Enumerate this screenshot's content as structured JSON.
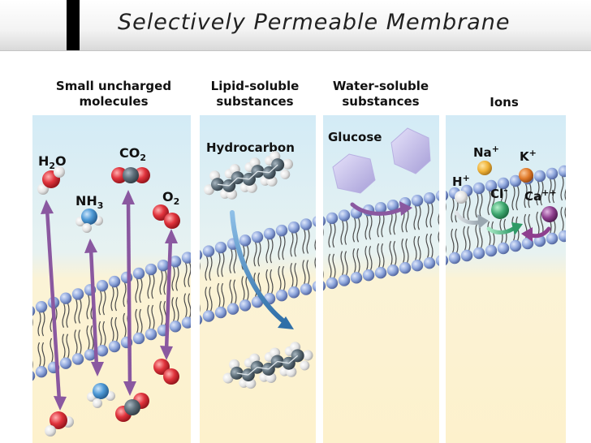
{
  "title": "Selectively Permeable Membrane",
  "columns": {
    "small": {
      "heading_line1": "Small uncharged",
      "heading_line2": "molecules"
    },
    "lipid": {
      "heading_line1": "Lipid-soluble",
      "heading_line2": "substances"
    },
    "water": {
      "heading_line1": "Water-soluble",
      "heading_line2": "substances"
    },
    "ions": {
      "heading": "Ions"
    }
  },
  "molecules": {
    "water_base": "H",
    "water_sub": "2",
    "water_tail": "O",
    "carbon_dioxide_base": "CO",
    "carbon_dioxide_sub": "2",
    "ammonia_base": "NH",
    "ammonia_sub": "3",
    "oxygen_base": "O",
    "oxygen_sub": "2",
    "hydrocarbon": "Hydrocarbon",
    "glucose": "Glucose"
  },
  "ions": {
    "sodium_base": "Na",
    "sodium_sup": "+",
    "potassium_base": "K",
    "potassium_sup": "+",
    "hydrogen_base": "H",
    "hydrogen_sup": "+",
    "chloride_base": "Cl",
    "chloride_sup": "–",
    "calcium_base": "Ca",
    "calcium_sup": "++"
  },
  "colors": {
    "panel_top": "#d3ebf6",
    "panel_bottom": "#fdf3d2",
    "lipid_head": "#8ea6dc",
    "tail": "#4a4a4a",
    "arrow_purple": "#8a58a0",
    "arrow_blue": "#2f6fa8",
    "oxygen_red": "#d8313a",
    "carbon_gray": "#5f6f7a",
    "hydrogen_white": "#e6e6e6",
    "nitrogen_blue": "#4f9ad6",
    "glucose_fill": "#c5bee8",
    "sodium": "#f0b338",
    "potassium": "#e07a2a",
    "chloride": "#3fa870",
    "calcium": "#8e3f8f"
  }
}
